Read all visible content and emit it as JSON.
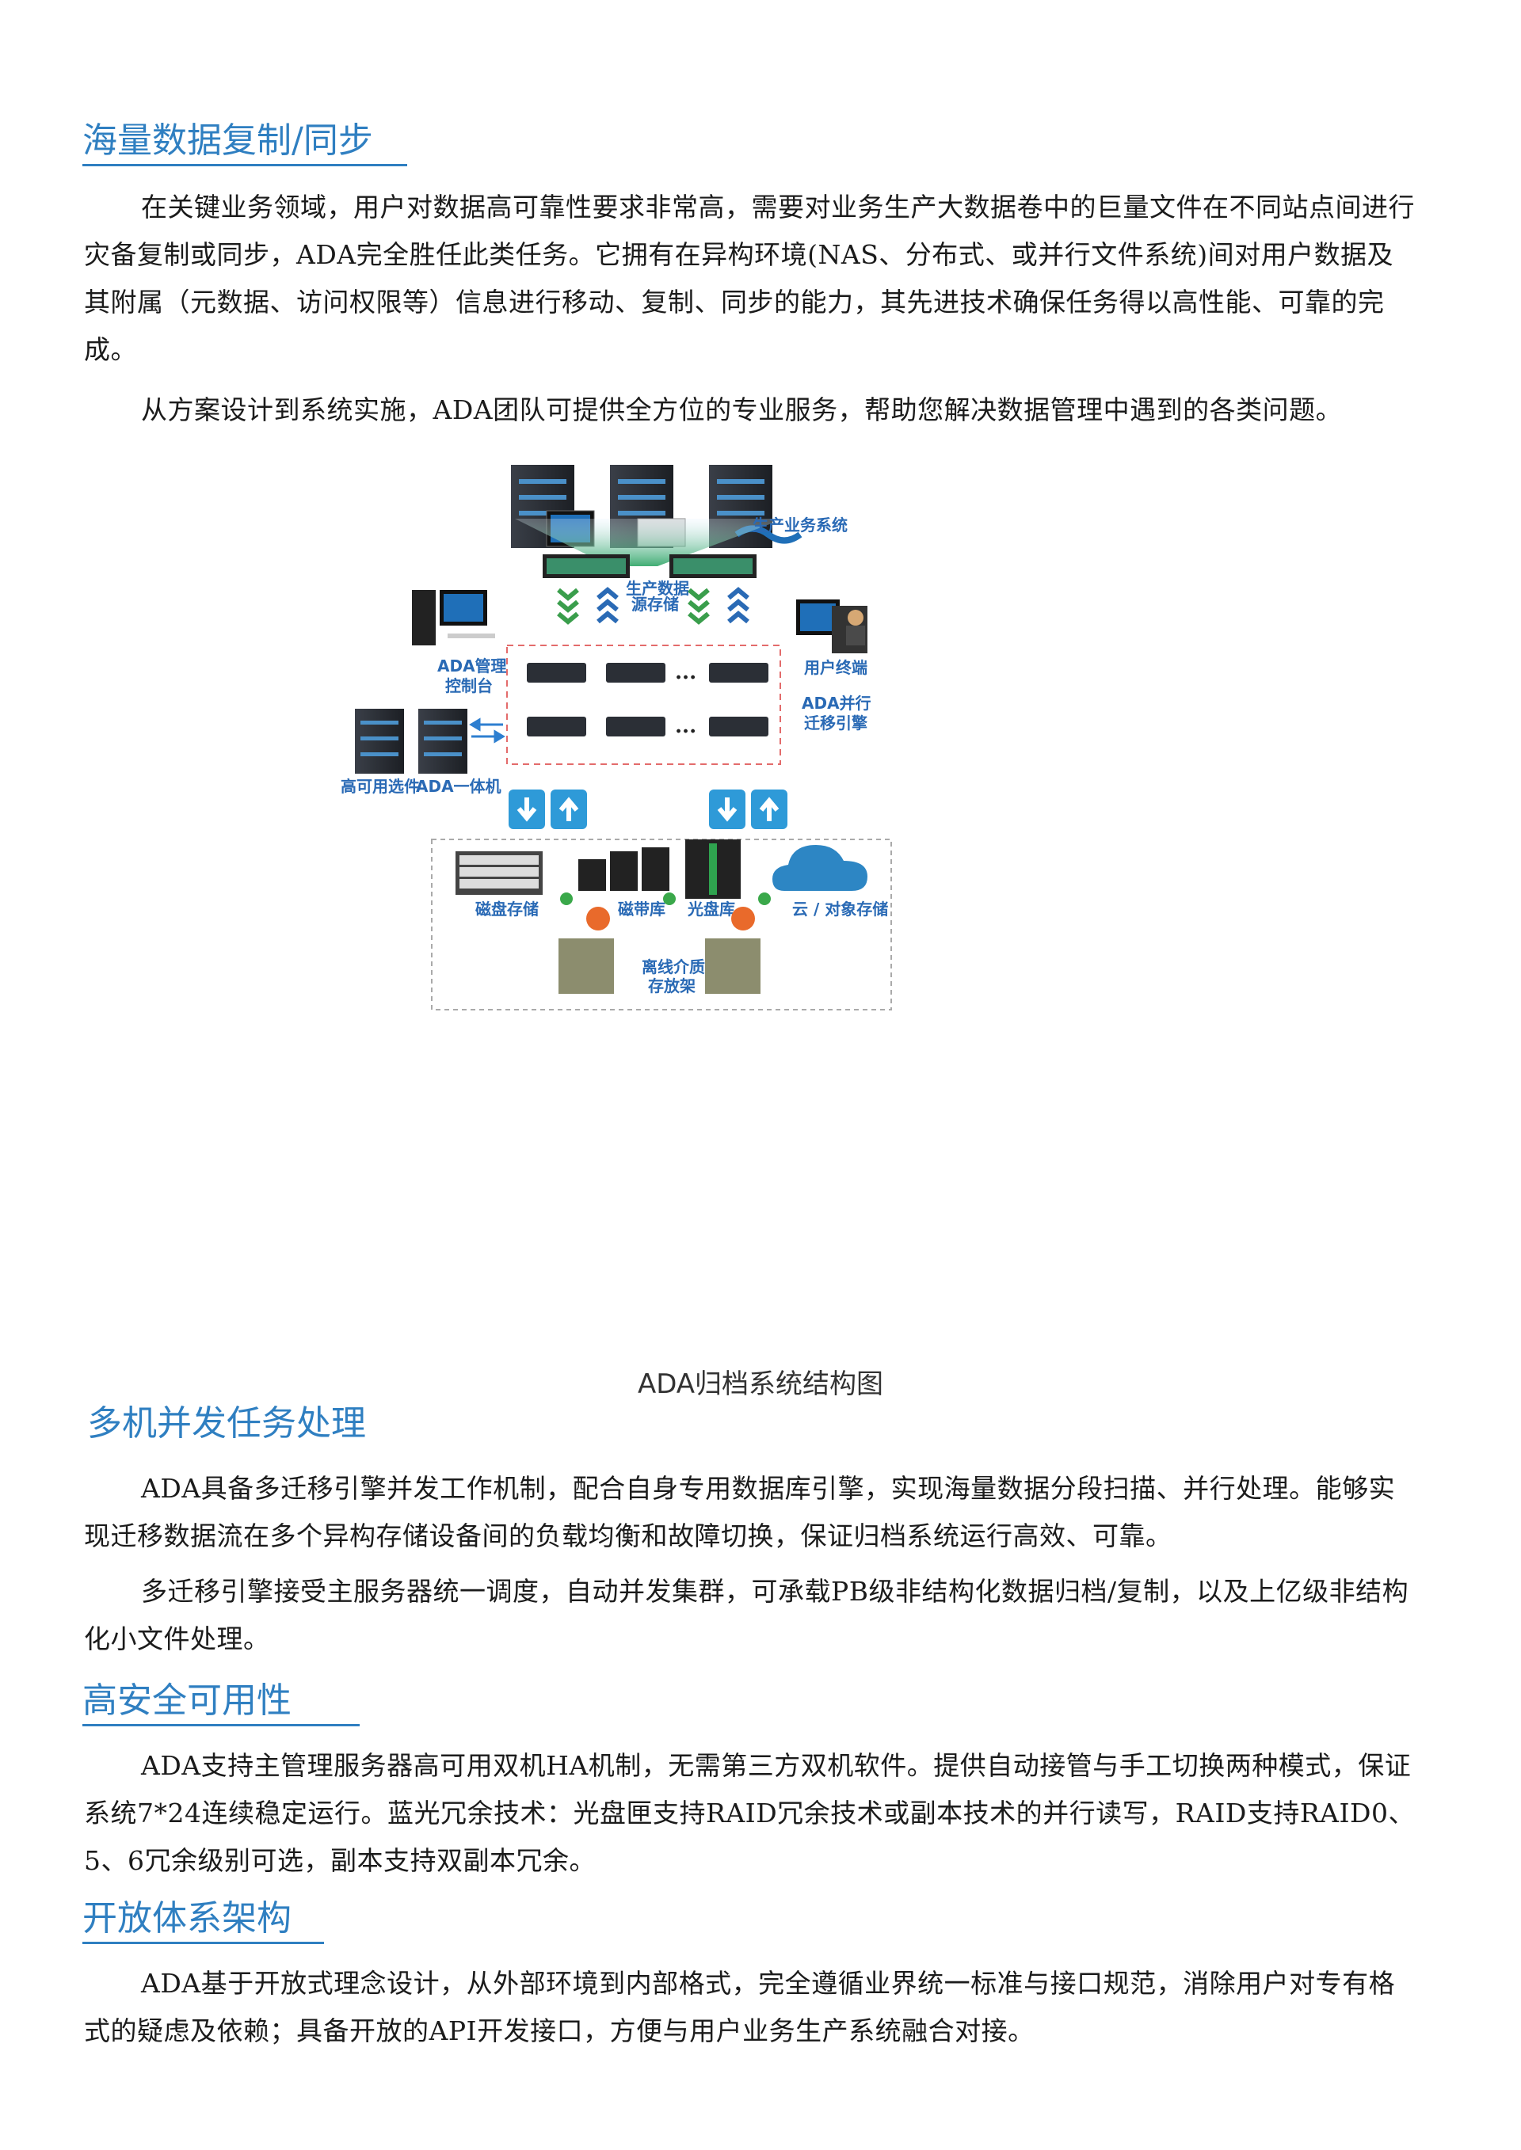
{
  "sections": [
    {
      "title": "海量数据复制/同步",
      "paragraphs": [
        "在关键业务领域，用户对数据高可靠性要求非常高，需要对业务生产大数据卷中的巨量文件在不同站点间进行灾备复制或同步，ADA完全胜任此类任务。它拥有在异构环境(NAS、分布式、或并行文件系统)间对用户数据及其附属（元数据、访问权限等）信息进行移动、复制、同步的能力，其先进技术确保任务得以高性能、可靠的完成。",
        "从方案设计到系统实施，ADA团队可提供全方位的专业服务，帮助您解决数据管理中遇到的各类问题。"
      ]
    },
    {
      "title": "多机并发任务处理",
      "paragraphs": [
        "ADA具备多迁移引擎并发工作机制，配合自身专用数据库引擎，实现海量数据分段扫描、并行处理。能够实现迁移数据流在多个异构存储设备间的负载均衡和故障切换，保证归档系统运行高效、可靠。",
        "多迁移引擎接受主服务器统一调度，自动并发集群，可承载PB级非结构化数据归档/复制，以及上亿级非结构化小文件处理。"
      ]
    },
    {
      "title": "高安全可用性",
      "paragraphs": [
        "ADA支持主管理服务器高可用双机HA机制，无需第三方双机软件。提供自动接管与手工切换两种模式，保证系统7*24连续稳定运行。蓝光冗余技术：光盘匣支持RAID冗余技术或副本技术的并行读写，RAID支持RAID0、5、6冗余级别可选，副本支持双副本冗余。"
      ]
    },
    {
      "title": "开放体系架构",
      "paragraphs": [
        "ADA基于开放式理念设计，从外部环境到内部格式，完全遵循业界统一标准与接口规范，消除用户对专有格式的疑虑及依赖；具备开放的API开发接口，方便与用户业务生产系统融合对接。"
      ]
    }
  ],
  "diagram": {
    "caption": "ADA归档系统结构图",
    "labels": {
      "production_systems": "生产业务系统",
      "source_storage_1": "生产数据",
      "source_storage_2": "源存储",
      "console_1": "ADA管理",
      "console_2": "控制台",
      "user_terminal": "用户终端",
      "engine_1": "ADA并行",
      "engine_2": "迁移引擎",
      "ha_option": "高可用选件",
      "ada_appliance": "ADA一体机",
      "disk_storage": "磁盘存储",
      "tape_library": "磁带库",
      "optical_library": "光盘库",
      "cloud_storage": "云 / 对象存储",
      "offline_1": "离线介质",
      "offline_2": "存放架",
      "ellipsis": "..."
    },
    "colors": {
      "label": "#2a6ab5",
      "arrow_box": "#2e9ad8",
      "green": "#3a9e4c",
      "server": "#2b2f36",
      "cloud": "#2d86c4"
    }
  }
}
